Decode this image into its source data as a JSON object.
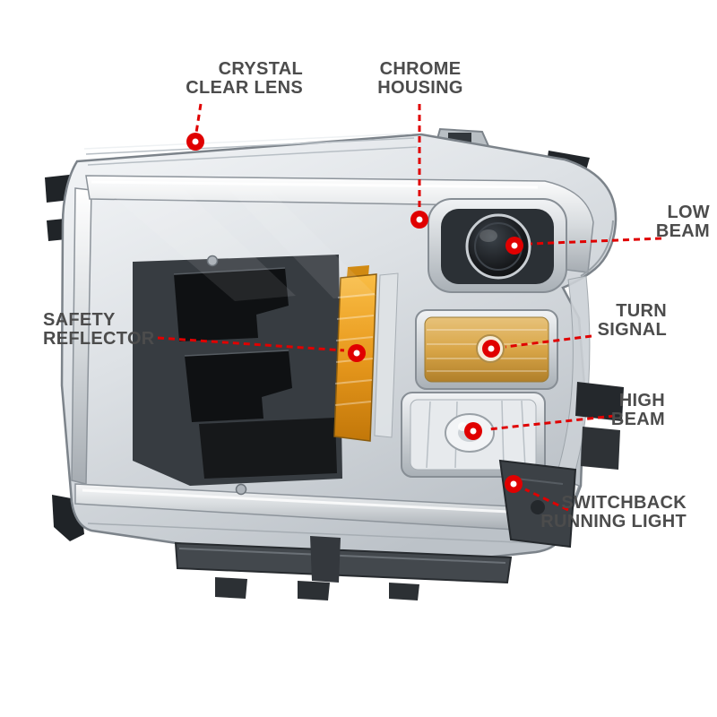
{
  "page": {
    "background_color": "#ffffff"
  },
  "style": {
    "callout_accent_color": "#e00000",
    "callout_text_color": "#4c4c4c",
    "chrome_light": "#f4f6f8",
    "chrome_mid": "#dde1e5",
    "chrome_dark": "#bcc2c8",
    "amber_color": "#e8991d",
    "black_part_color": "#17191c"
  },
  "product": {
    "illustration": "chrome-truck-headlight-assembly-three-quarter-view"
  },
  "callouts": {
    "crystal_clear_lens": {
      "line1": "CRYSTAL",
      "line2": "CLEAR LENS"
    },
    "chrome_housing": {
      "line1": "CHROME",
      "line2": "HOUSING"
    },
    "low_beam": {
      "line1": "LOW",
      "line2": "BEAM"
    },
    "turn_signal": {
      "line1": "TURN",
      "line2": "SIGNAL"
    },
    "high_beam": {
      "line1": "HIGH",
      "line2": "BEAM"
    },
    "switchback_running_light": {
      "line1": "SWITCHBACK",
      "line2": "RUNNING LIGHT"
    },
    "safety_reflector": {
      "line1": "SAFETY",
      "line2": "REFLECTOR"
    }
  }
}
